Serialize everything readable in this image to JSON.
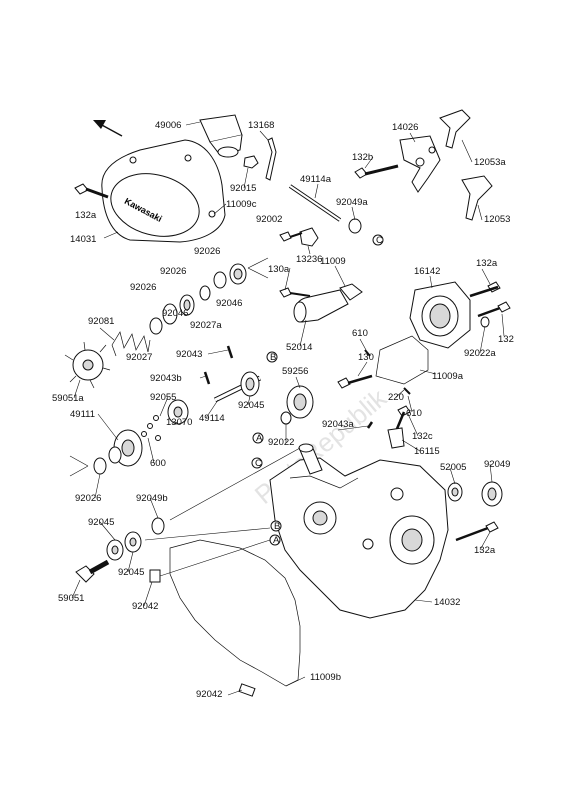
{
  "watermark": "PartsRepublik",
  "callouts": {
    "A": "A",
    "B": "B",
    "C": "C"
  },
  "labels": {
    "p49006": "49006",
    "p13168": "13168",
    "p14026": "14026",
    "p132b": "132b",
    "p12053a": "12053a",
    "p12053": "12053",
    "p11009c": "11009c",
    "p92015": "92015",
    "p49114a": "49114a",
    "p92049a": "92049a",
    "p132a_1": "132a",
    "p92002": "92002",
    "p14031": "14031",
    "p13236": "13236",
    "p92026_1": "92026",
    "p92026_2": "92026",
    "p92026_3": "92026",
    "p92046_1": "92046",
    "p92046_2": "92046",
    "p92027a": "92027a",
    "p130a": "130a",
    "p11009": "11009",
    "p16142": "16142",
    "p132a_2": "132a",
    "p92081": "92081",
    "p92027": "92027",
    "p92043": "92043",
    "p610_1": "610",
    "p132": "132",
    "p92022a": "92022a",
    "p52014": "52014",
    "p130": "130",
    "p59256": "59256",
    "p11009a": "11009a",
    "p59051a": "59051a",
    "p92043b": "92043b",
    "p92055": "92055",
    "p92045_1": "92045",
    "p220": "220",
    "p49111": "49111",
    "p49114": "49114",
    "p610_2": "610",
    "p92043a": "92043a",
    "p13070": "13070",
    "p92022": "92022",
    "p132c": "132c",
    "p600": "600",
    "p16115": "16115",
    "p52005": "52005",
    "p92049": "92049",
    "p92026_4": "92026",
    "p92049b": "92049b",
    "p92045_2": "92045",
    "p92045_3": "92045",
    "p132a_3": "132a",
    "p59051": "59051",
    "p92042_1": "92042",
    "p14032": "14032",
    "p11009b": "11009b",
    "p92042_2": "92042"
  }
}
